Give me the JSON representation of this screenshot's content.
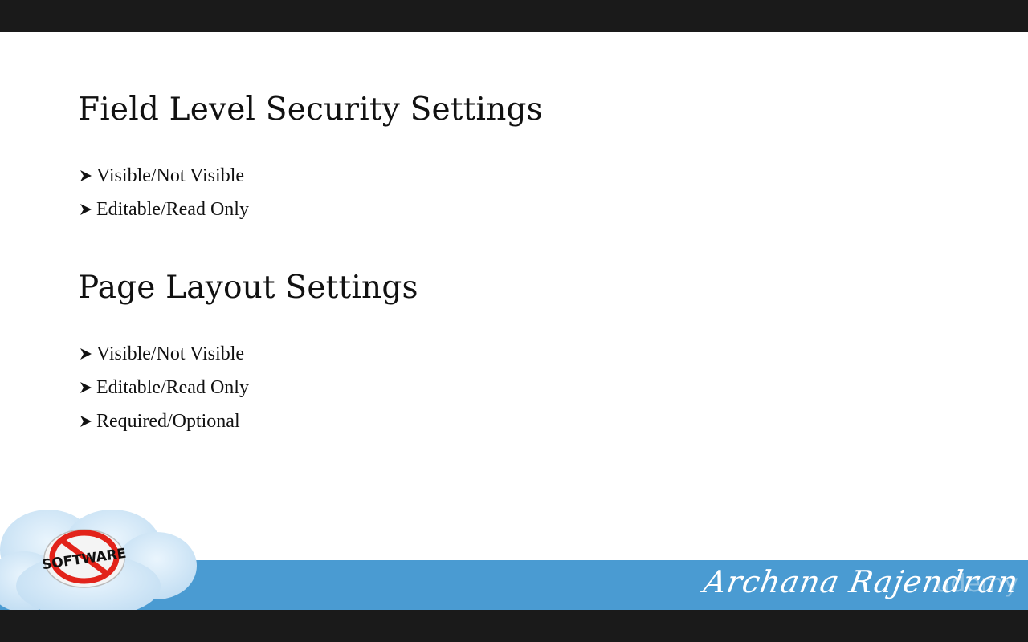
{
  "slide": {
    "sections": [
      {
        "heading": "Field Level Security Settings",
        "bullets": [
          "Visible/Not Visible",
          "Editable/Read Only"
        ]
      },
      {
        "heading": "Page Layout Settings",
        "bullets": [
          "Visible/Not Visible",
          "Editable/Read Only",
          "Required/Optional"
        ]
      }
    ],
    "bullet_icon": "arrowhead-icon",
    "logo": {
      "icon": "no-software-icon",
      "text": "SOFTWARE"
    },
    "signature": "Archana Rajendran",
    "watermark": "udemy"
  },
  "colors": {
    "slide_background": "#ffffff",
    "frame_background": "#1a1a1a",
    "footer_band": "#4a9bd2",
    "cloud": "#cfe6f7",
    "text": "#111111",
    "no_sign_red": "#e2231a"
  }
}
